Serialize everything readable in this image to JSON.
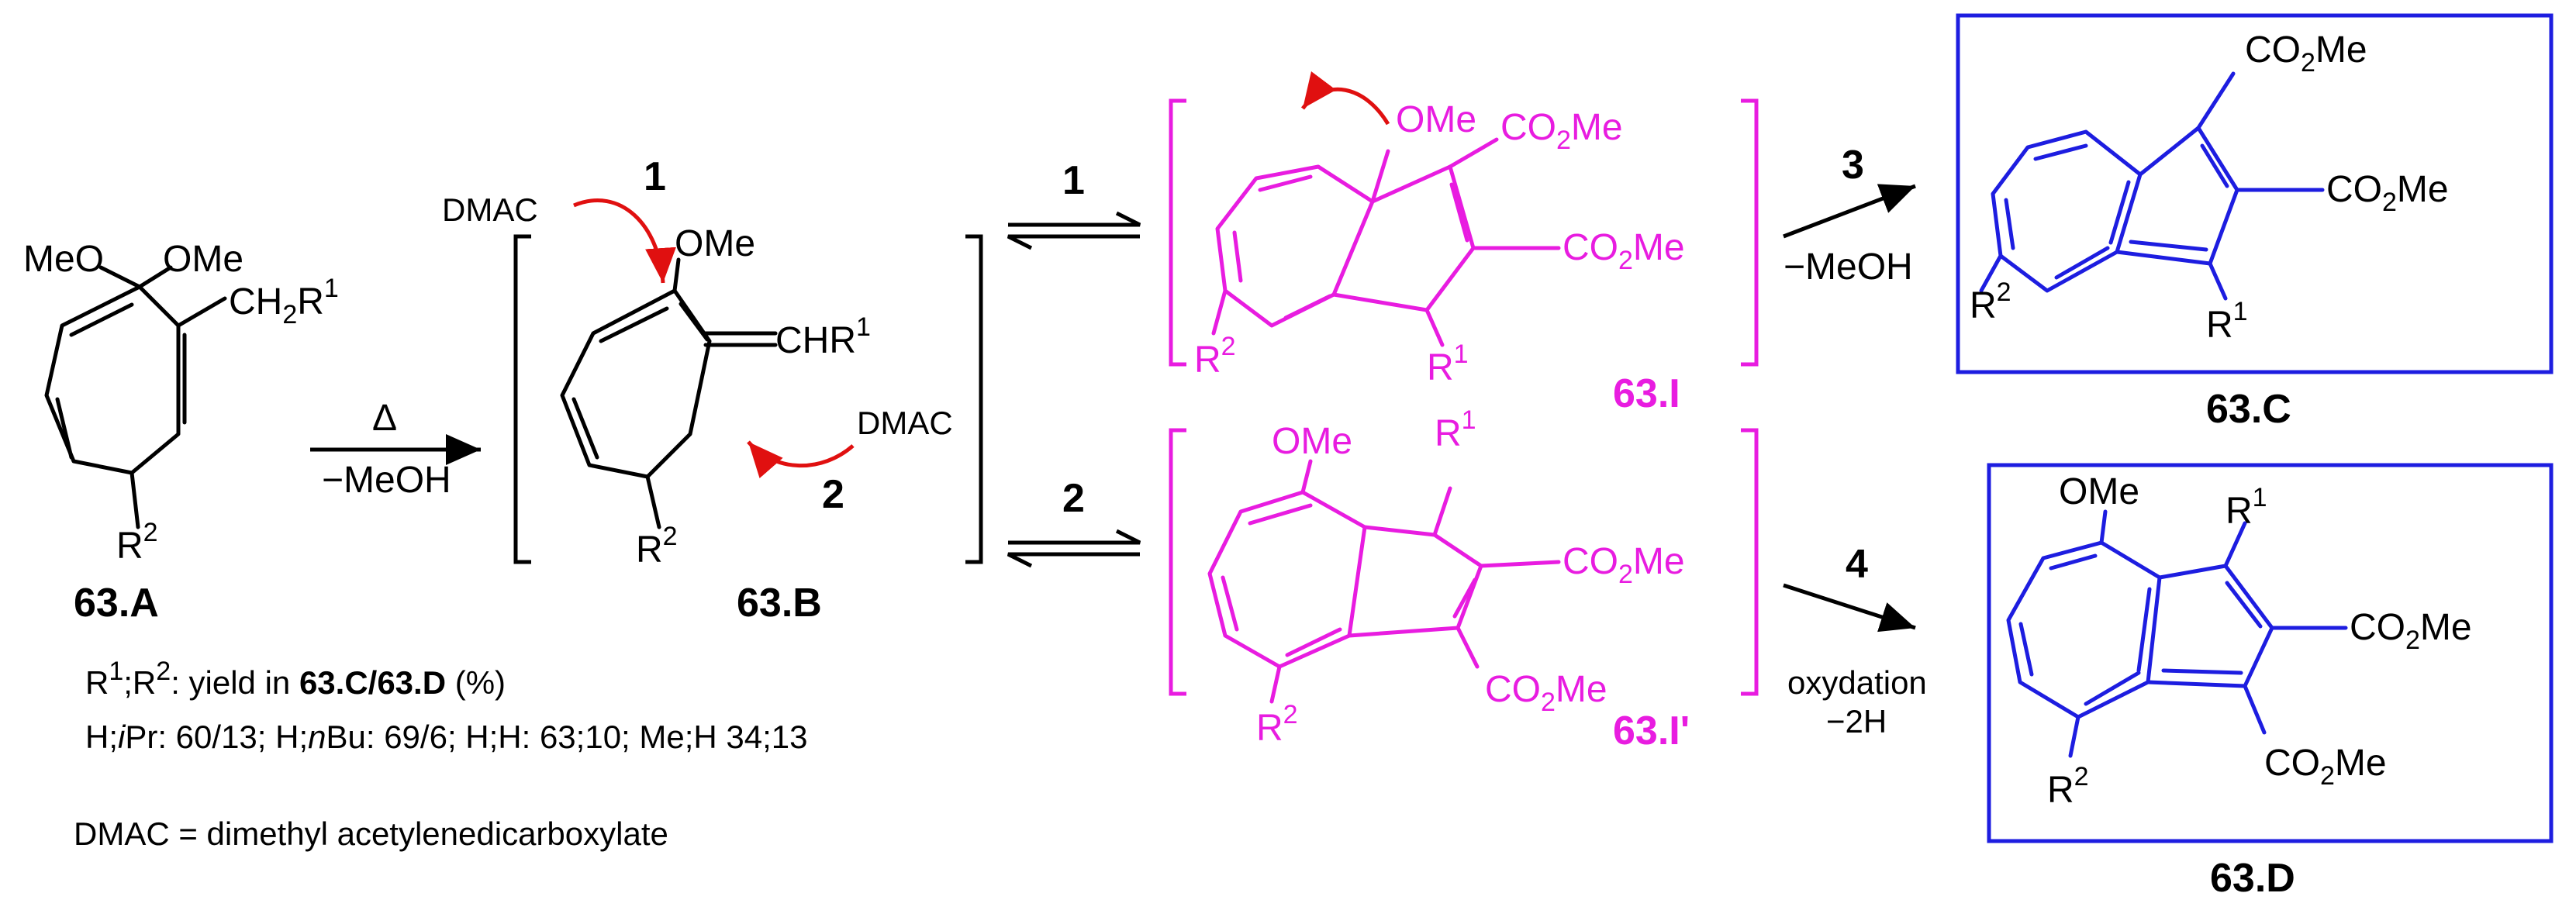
{
  "colors": {
    "black": "#000000",
    "magenta": "#e81ce0",
    "blue": "#1d1de0",
    "red": "#e01010"
  },
  "reagent": {
    "text": "DMAC"
  },
  "conditions": {
    "heat": "Δ",
    "minus_meoh": "−MeOH",
    "minus_2h": "−2H",
    "oxidation": "oxydation"
  },
  "groups": {
    "ome": "OMe",
    "meo": "MeO",
    "co2me_left": "CO",
    "co2me_right": "Me",
    "sub2": "2",
    "chr": "CHR",
    "ch2r": "CH",
    "r": "R",
    "sup1": "1",
    "sup2": "2"
  },
  "paths": {
    "one": "1",
    "two": "2"
  },
  "steps": {
    "three": "3",
    "four": "4"
  },
  "compounds": {
    "a": "63.A",
    "b": "63.B",
    "i": "63.I",
    "i_prime": "63.I'",
    "c": "63.C",
    "d": "63.D"
  },
  "legend": {
    "header_prefix": "R",
    "header_mid": ";R",
    "header_colon": ": yield in ",
    "header_c": "63.C",
    "header_slash": "/",
    "header_d": "63.D",
    "header_pct": " (%)",
    "row1_a": "H;",
    "row1_ipr_i": "i",
    "row1_b": "Pr: 60/13; H;",
    "row1_nbu_n": "n",
    "row1_c": "Bu: 69/6; H;H: 63;10; Me;H 34;13",
    "definition": "DMAC = dimethyl acetylenedicarboxylate"
  }
}
